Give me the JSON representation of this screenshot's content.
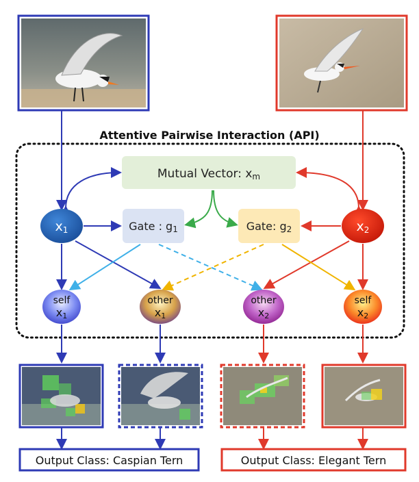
{
  "title": "Attentive Pairwise Interaction (API)",
  "mutual_vector": {
    "label": "Mutual Vector: x",
    "sub": "m"
  },
  "gate_1": {
    "label": "Gate : g",
    "sub": "1"
  },
  "gate_2": {
    "label": "Gate: g",
    "sub": "2"
  },
  "x1": {
    "label": "x",
    "sub": "1"
  },
  "x2": {
    "label": "x",
    "sub": "2"
  },
  "self_x1": {
    "top": "self",
    "label": "x",
    "sub": "1"
  },
  "other_x1": {
    "top": "other",
    "label": "x",
    "sub": "1"
  },
  "other_x2": {
    "top": "other",
    "label": "x",
    "sub": "2"
  },
  "self_x2": {
    "top": "self",
    "label": "x",
    "sub": "2"
  },
  "output_left": "Output Class: Caspian Tern",
  "output_right": "Output Class: Elegant Tern",
  "colors": {
    "blue": "#2e3ab5",
    "red": "#e0392b",
    "green": "#3aaa4a",
    "light_blue": "#3fb0e8",
    "yellow": "#f0b400",
    "mutual_fill": "#e3efd9",
    "gate1_fill": "#dbe3f3",
    "gate2_fill": "#fde9b6"
  }
}
